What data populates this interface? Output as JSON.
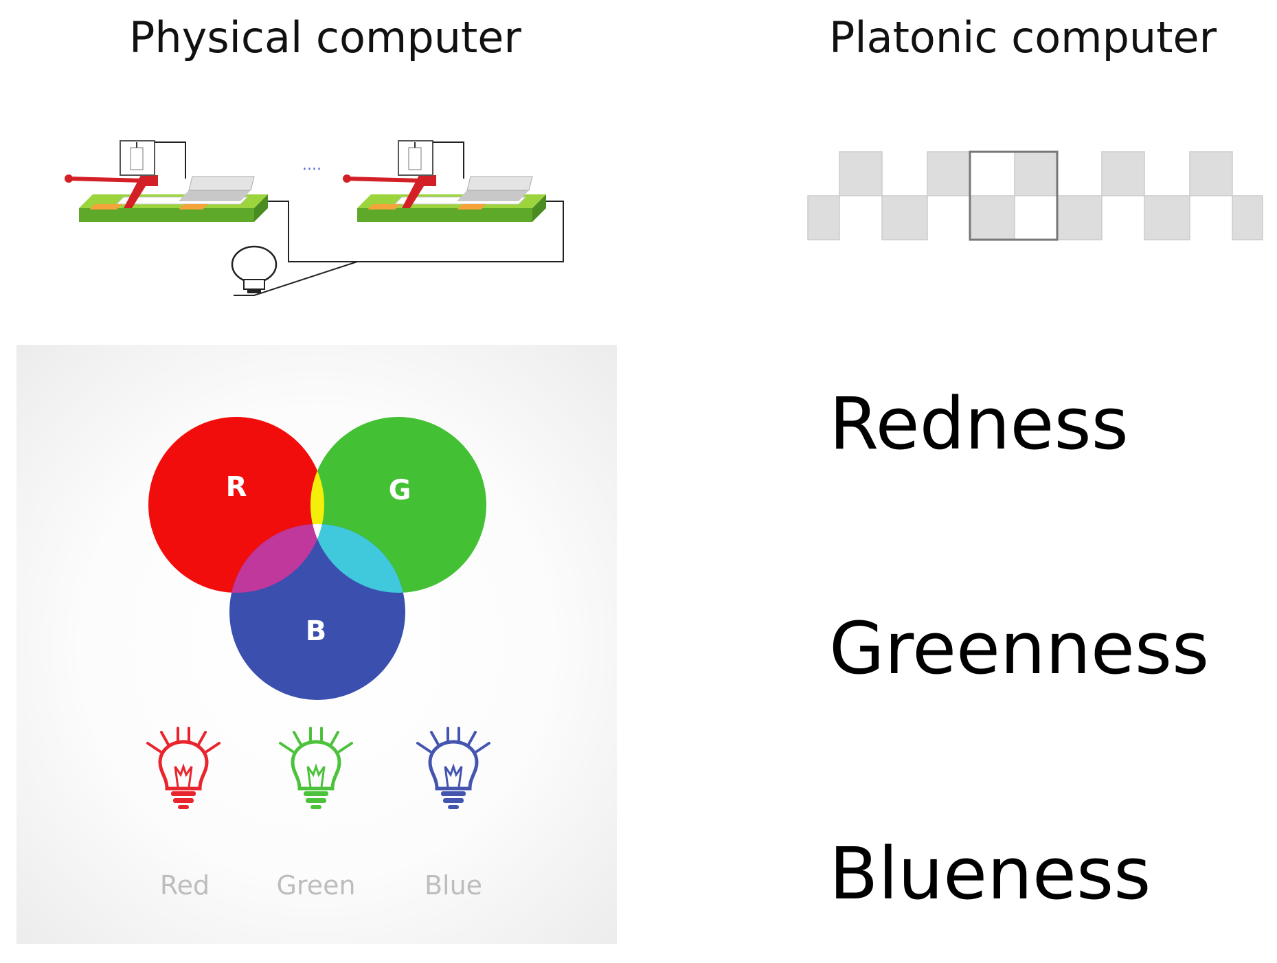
{
  "headings": {
    "physical": "Physical computer",
    "platonic": "Platonic computer"
  },
  "circuit": {
    "ellipsis": "...."
  },
  "venn": {
    "labels": {
      "r": "R",
      "g": "G",
      "b": "B"
    },
    "colors": {
      "red": "#f20d0d",
      "green": "#44c034",
      "blue": "#3a4fae",
      "yellow": "#f4ee0b",
      "magenta": "#c0389c",
      "cyan": "#40c8dc",
      "white": "#ffffff"
    }
  },
  "bulbs": [
    {
      "label": "Red",
      "color": "#e8242c"
    },
    {
      "label": "Green",
      "color": "#4cc23c"
    },
    {
      "label": "Blue",
      "color": "#4455b0"
    }
  ],
  "qualities": {
    "red": "Redness",
    "green": "Greenness",
    "blue": "Blueness"
  }
}
